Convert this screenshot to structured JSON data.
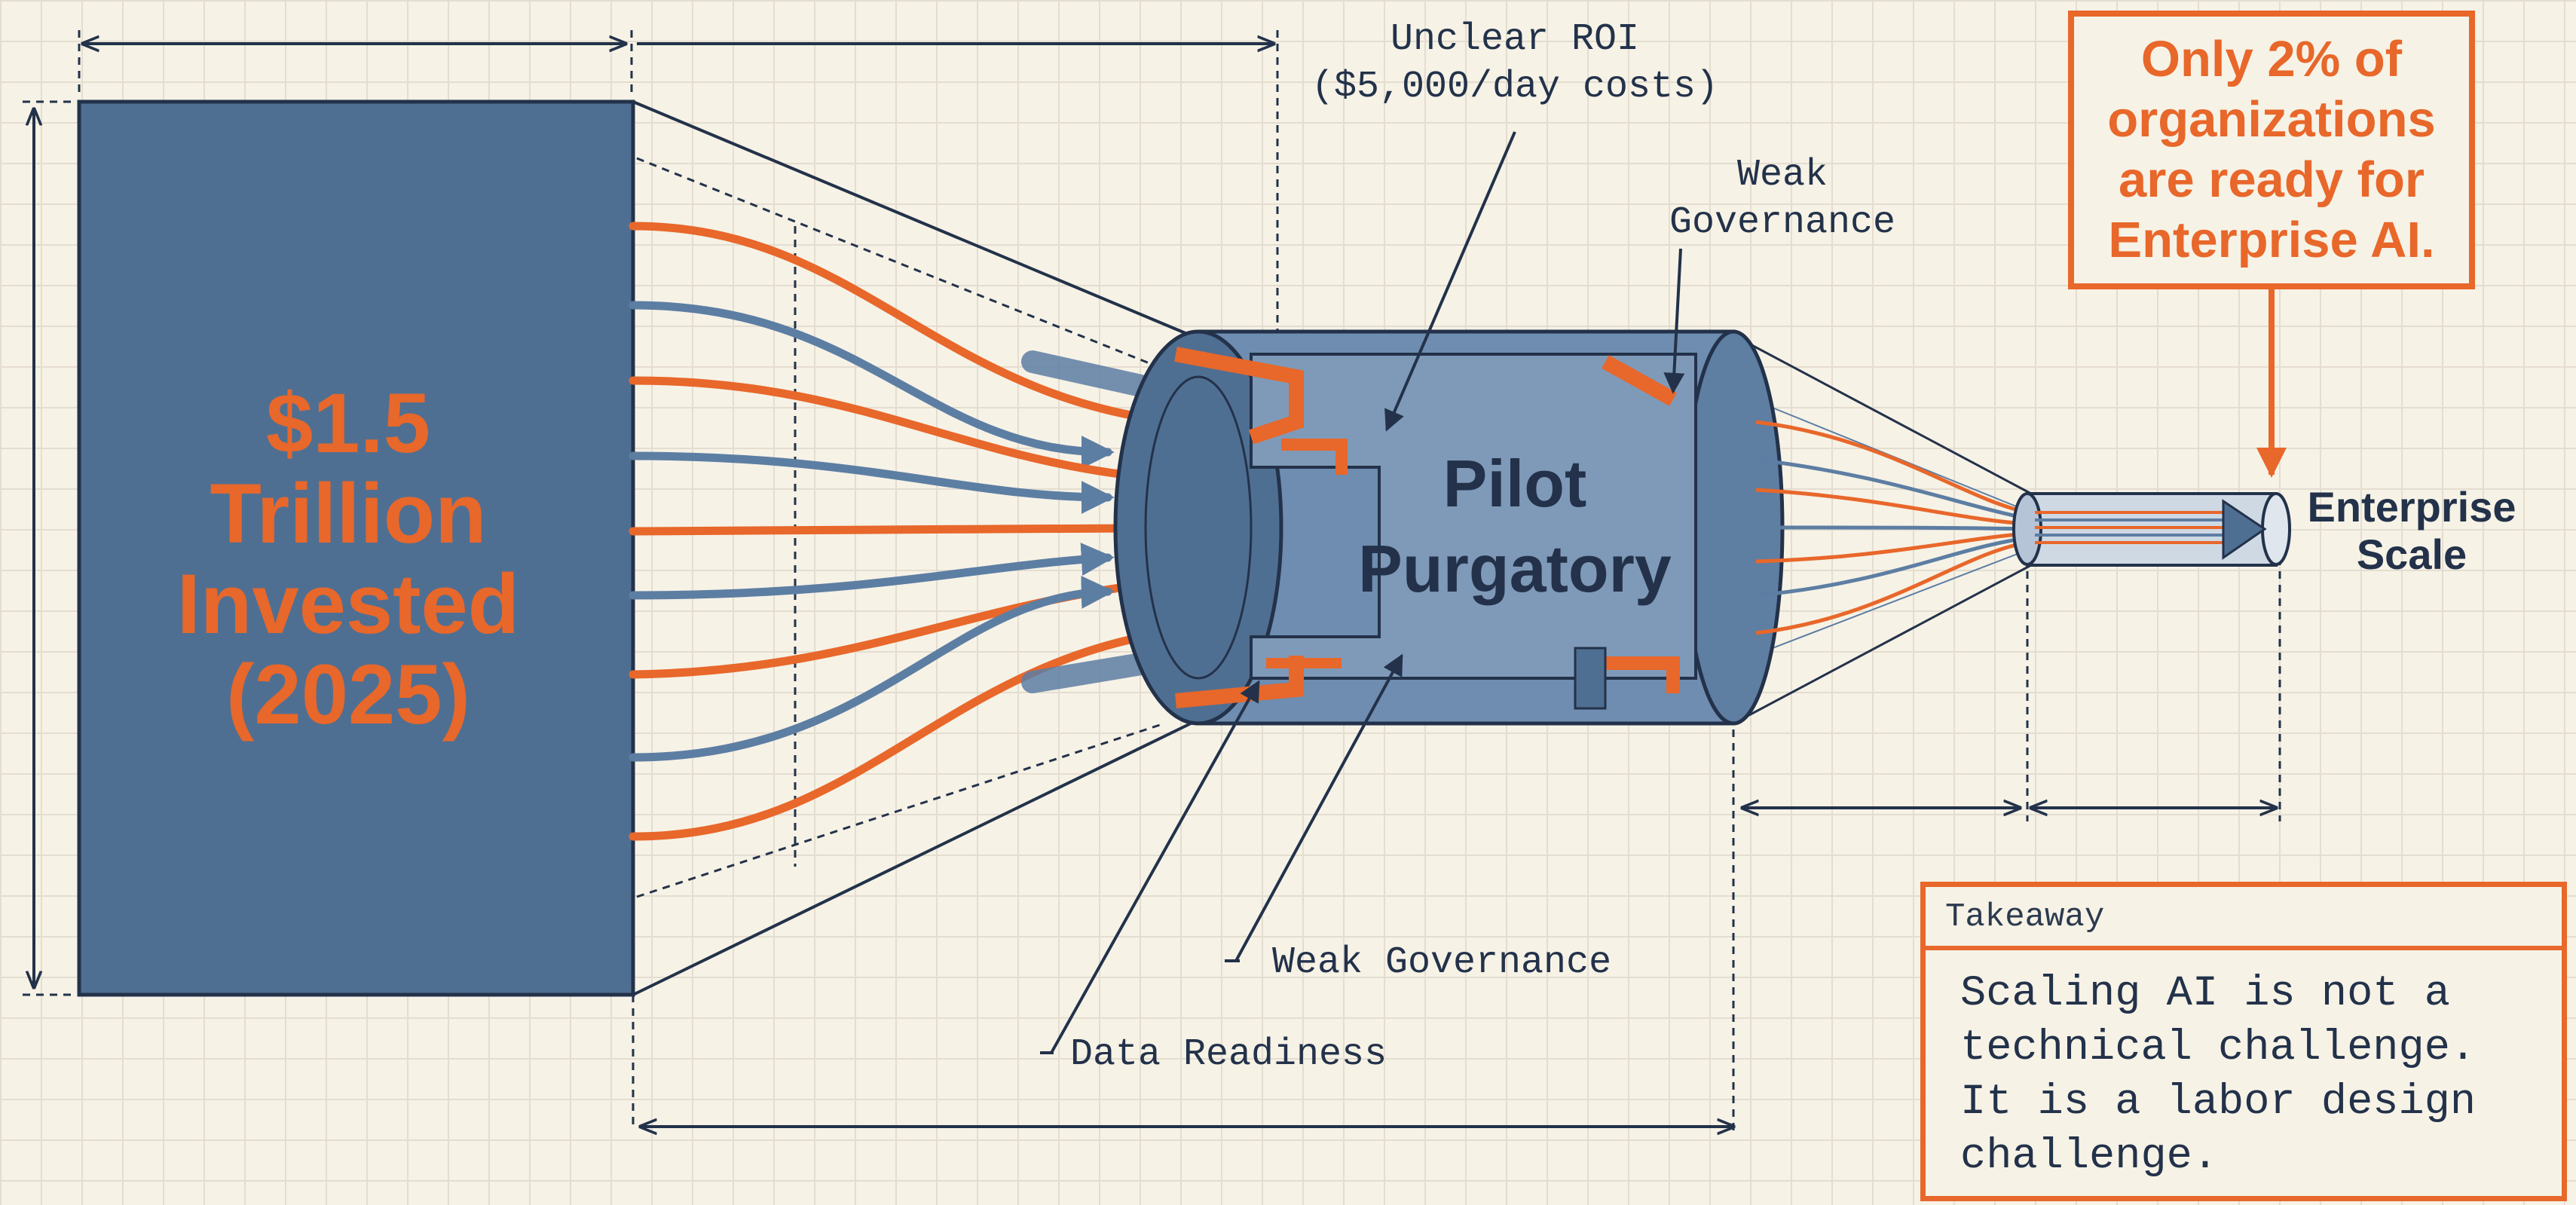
{
  "funnel": {
    "investment_lines": [
      "$1.5",
      "Trillion",
      "Invested",
      "(2025)"
    ],
    "core_lines": [
      "Pilot",
      "Purgatory"
    ],
    "output_lines": [
      "Enterprise",
      "Scale"
    ]
  },
  "callouts": {
    "unclear_roi": [
      "Unclear ROI",
      "($5,000/day costs)"
    ],
    "weak_governance_top": [
      "Weak",
      "Governance"
    ],
    "weak_governance_bottom": "Weak Governance",
    "data_readiness": "Data Readiness"
  },
  "highlight": {
    "lines": [
      "Only 2% of",
      "organizations",
      "are ready for",
      "Enterprise AI."
    ]
  },
  "takeaway": {
    "heading": "Takeaway",
    "lines": [
      "Scaling AI is not a",
      "technical challenge.",
      "It is a labor design",
      "challenge."
    ]
  },
  "colors": {
    "background": "#f6f2e6",
    "grid": "#e4ddd0",
    "navy": "#23324a",
    "steel_blue": "#4f6f92",
    "light_blue": "#7f9ab8",
    "orange": "#e8672a"
  }
}
